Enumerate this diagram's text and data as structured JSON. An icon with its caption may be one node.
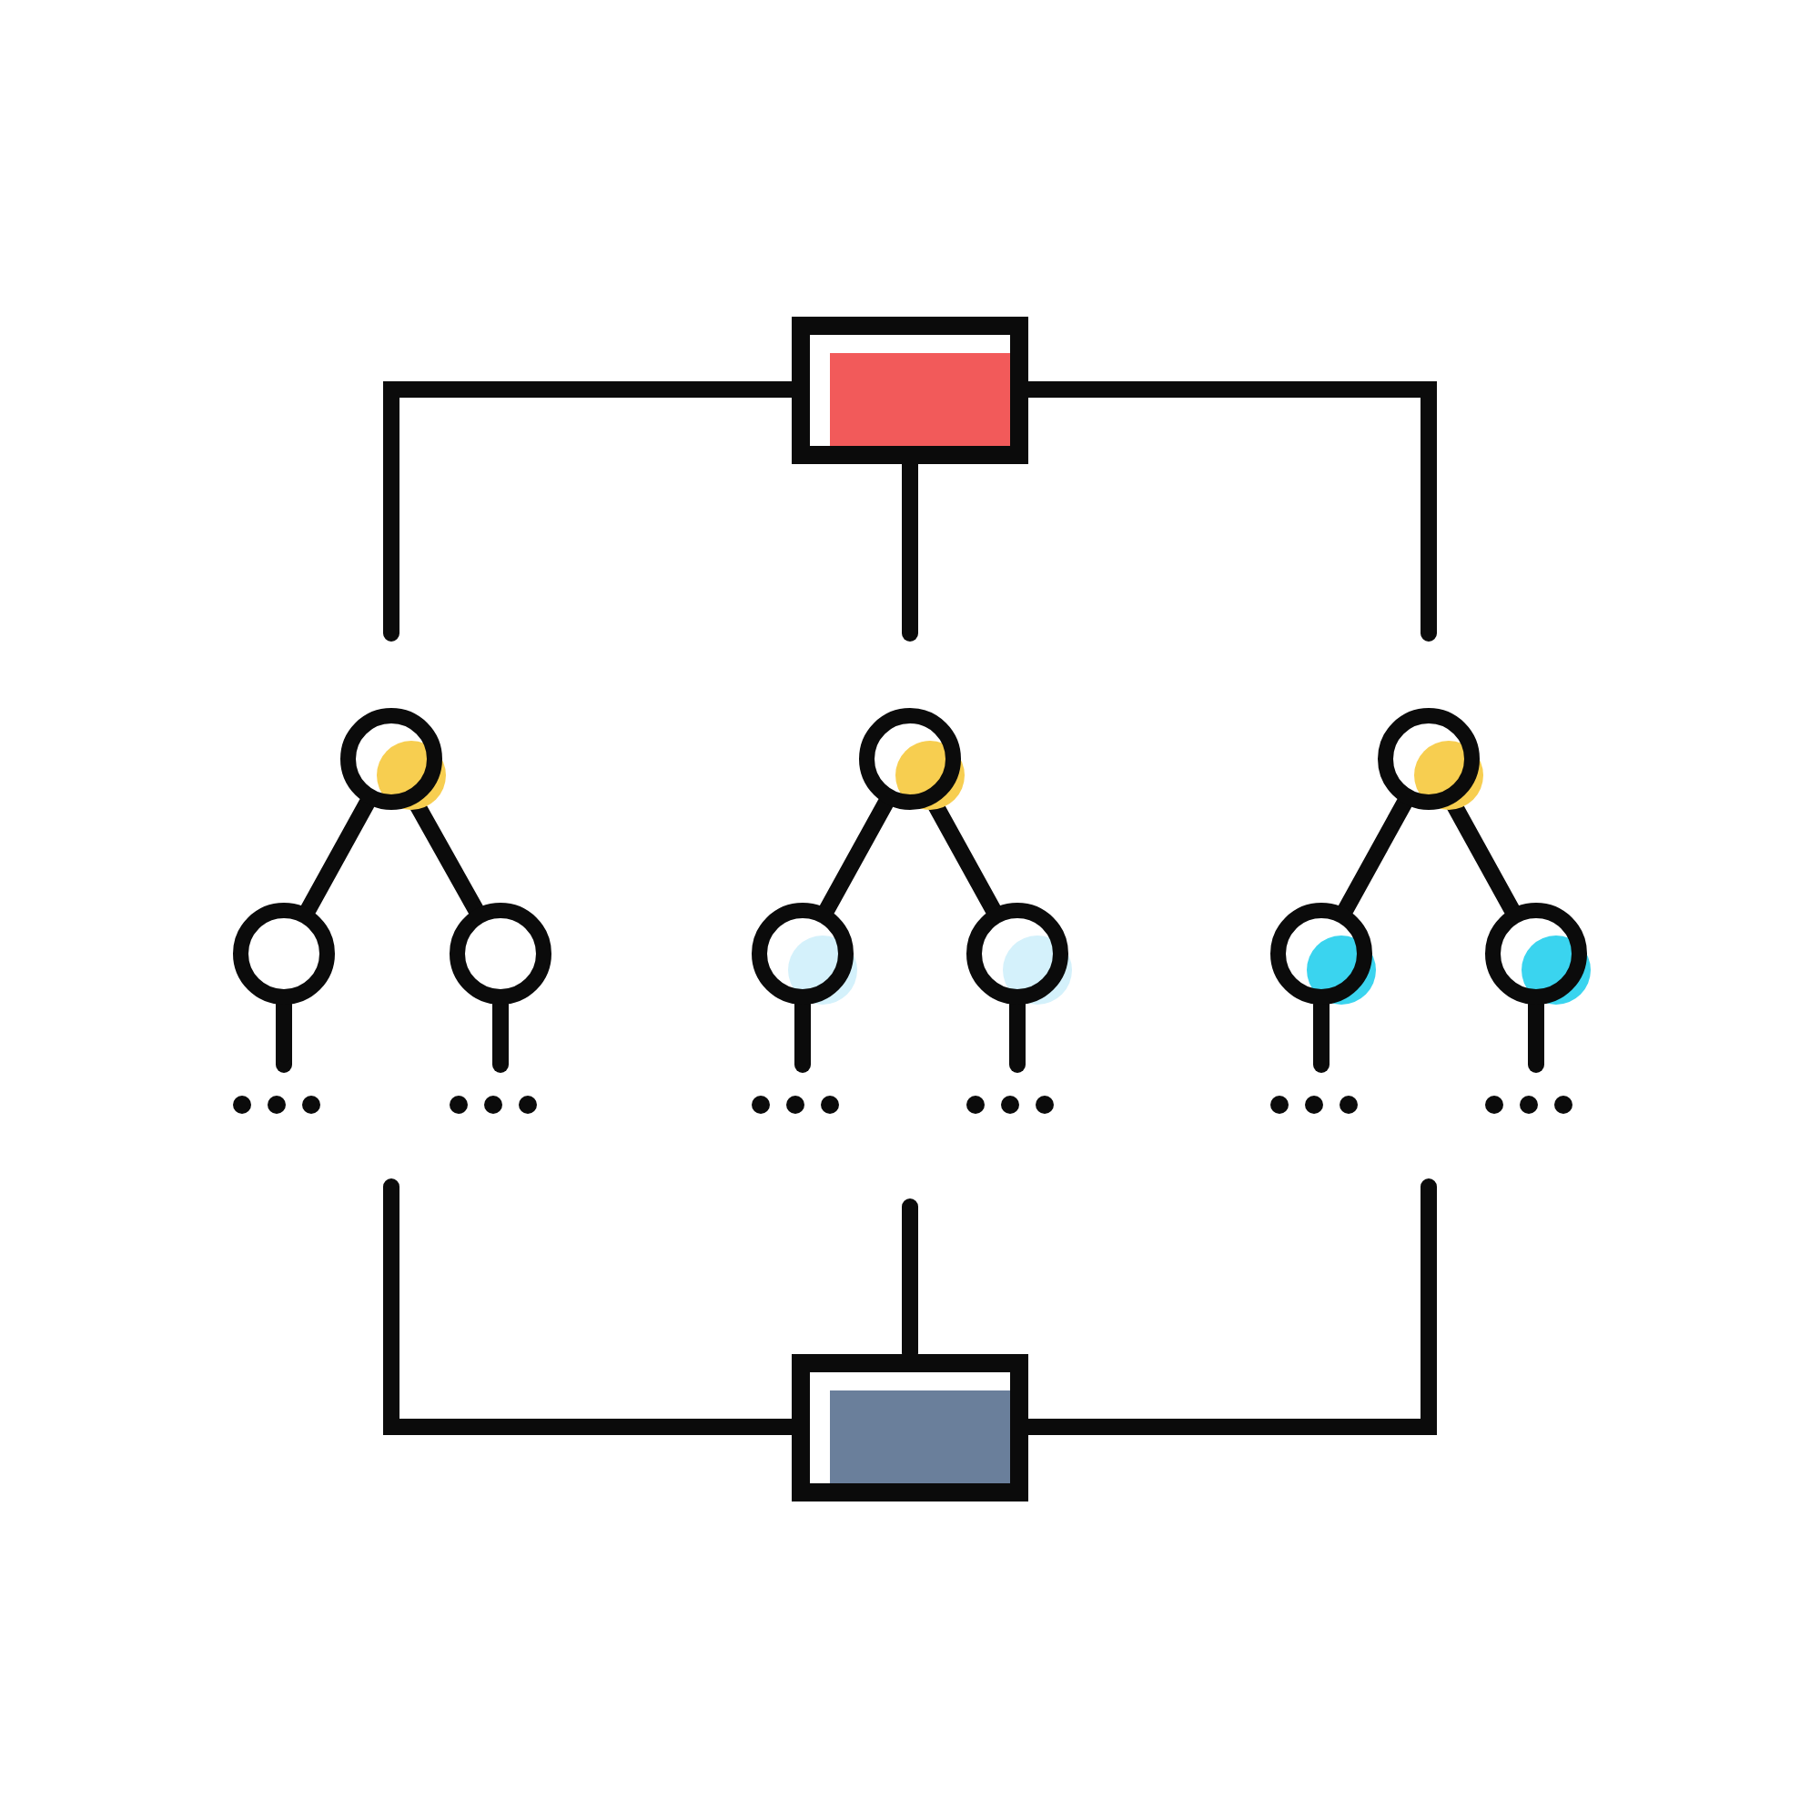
{
  "diagram": {
    "nodes": [
      {
        "text": [],
        "shape": "box"
      },
      {
        "text": [],
        "shape": "circle"
      },
      {
        "text": [],
        "shape": "circle"
      },
      {
        "text": [],
        "shape": "circle"
      },
      {
        "text": [],
        "shape": "circle"
      },
      {
        "text": [],
        "shape": "circle"
      },
      {
        "text": [],
        "shape": "circle"
      },
      {
        "text": [],
        "shape": "circle"
      },
      {
        "text": [],
        "shape": "circle"
      },
      {
        "text": [],
        "shape": "circle"
      },
      {
        "text": [],
        "shape": "box"
      }
    ],
    "edges": [
      {
        "from": 0,
        "to": null,
        "arrow": "none"
      },
      {
        "from": 0,
        "to": null,
        "arrow": "none"
      },
      {
        "from": 0,
        "to": null,
        "arrow": "none"
      },
      {
        "from": 1,
        "to": 4,
        "arrow": "none"
      },
      {
        "from": 1,
        "to": 5,
        "arrow": "none"
      },
      {
        "from": 2,
        "to": 6,
        "arrow": "none"
      },
      {
        "from": 2,
        "to": 7,
        "arrow": "none"
      },
      {
        "from": 3,
        "to": 8,
        "arrow": "none"
      },
      {
        "from": 3,
        "to": 9,
        "arrow": "none"
      },
      {
        "from": 4,
        "to": null,
        "arrow": "none"
      },
      {
        "from": 5,
        "to": null,
        "arrow": "none"
      },
      {
        "from": 6,
        "to": null,
        "arrow": "none"
      },
      {
        "from": 7,
        "to": null,
        "arrow": "none"
      },
      {
        "from": 8,
        "to": null,
        "arrow": "none"
      },
      {
        "from": 9,
        "to": null,
        "arrow": "none"
      },
      {
        "from": null,
        "to": 10,
        "arrow": "none"
      },
      {
        "from": null,
        "to": 10,
        "arrow": "none"
      },
      {
        "from": null,
        "to": 10,
        "arrow": "none"
      }
    ]
  }
}
